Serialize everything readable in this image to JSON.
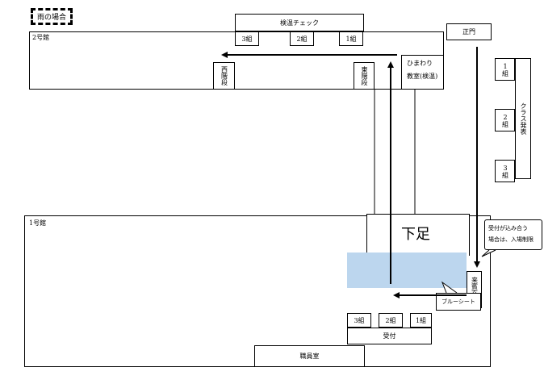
{
  "rain_label": "雨の場合",
  "bldg2": {
    "label": "2号館",
    "temp_check": "検温チェック",
    "classes": [
      "3組",
      "2組",
      "1組"
    ],
    "west_stairs": "西階段",
    "east_stairs": "東階段",
    "himawari_line1": "ひまわり",
    "himawari_line2": "教室(検温)"
  },
  "main_gate": "正門",
  "class_announce": {
    "title": "クラス発表",
    "items": [
      "1組",
      "2組",
      "3組"
    ]
  },
  "bldg1": {
    "label": "1号館",
    "shoe_area": "下足",
    "entrance": "来賓玄関",
    "blue_sheet": "ブルーシート",
    "reception": "受付",
    "reception_classes": [
      "3組",
      "2組",
      "1組"
    ],
    "staff_room": "職員室"
  },
  "callout": {
    "line1": "受付が込み合う",
    "line2": "場合は、入場制限"
  },
  "colors": {
    "blue_sheet": "#bcd6ee",
    "line": "#000000"
  }
}
